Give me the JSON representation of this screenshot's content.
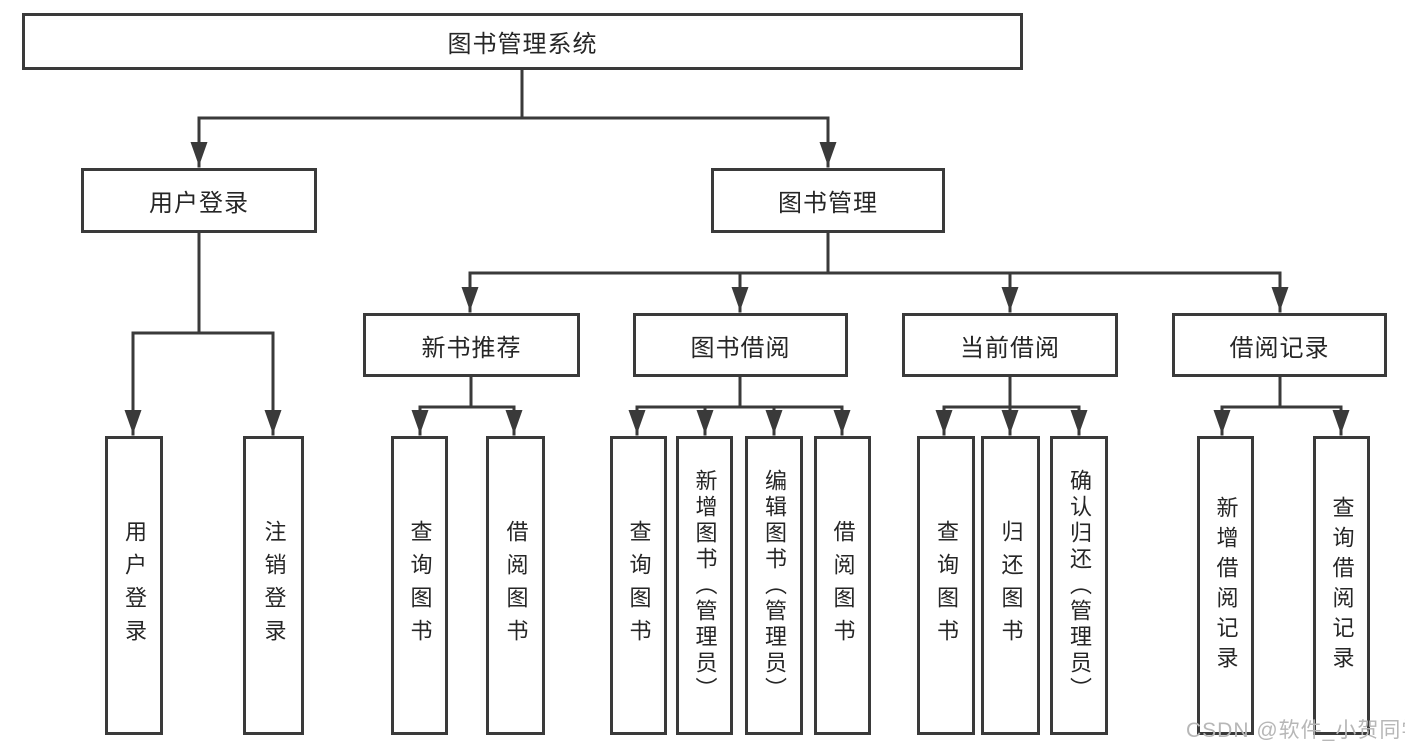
{
  "colors": {
    "line": "#3a3a3a",
    "text": "#262626",
    "watermark": "#b7b7b7",
    "bg": "#ffffff"
  },
  "page": {
    "watermark": "CSDN @软件_小贺同学"
  },
  "diagram": {
    "root": {
      "label": "图书管理系统"
    },
    "level2": [
      {
        "label": "用户登录",
        "parent": "图书管理系统"
      },
      {
        "label": "图书管理",
        "parent": "图书管理系统"
      }
    ],
    "level3": [
      {
        "label": "新书推荐",
        "parent": "图书管理"
      },
      {
        "label": "图书借阅",
        "parent": "图书管理"
      },
      {
        "label": "当前借阅",
        "parent": "图书管理"
      },
      {
        "label": "借阅记录",
        "parent": "图书管理"
      }
    ],
    "leaves": [
      {
        "label": "用户登录",
        "parent": "用户登录"
      },
      {
        "label": "注销登录",
        "parent": "用户登录"
      },
      {
        "label": "查询图书",
        "parent": "新书推荐"
      },
      {
        "label": "借阅图书",
        "parent": "新书推荐"
      },
      {
        "label": "查询图书",
        "parent": "图书借阅"
      },
      {
        "label": "新增图书（管理员）",
        "parent": "图书借阅"
      },
      {
        "label": "编辑图书（管理员）",
        "parent": "图书借阅"
      },
      {
        "label": "借阅图书",
        "parent": "图书借阅"
      },
      {
        "label": "查询图书",
        "parent": "当前借阅"
      },
      {
        "label": "归还图书",
        "parent": "当前借阅"
      },
      {
        "label": "确认归还（管理员）",
        "parent": "当前借阅"
      },
      {
        "label": "新增借阅记录",
        "parent": "借阅记录"
      },
      {
        "label": "查询借阅记录",
        "parent": "借阅记录"
      }
    ]
  }
}
